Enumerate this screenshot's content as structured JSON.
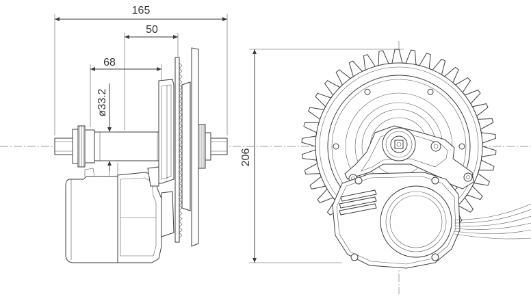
{
  "dimensions": {
    "overall_width": "165",
    "spindle_to_chainring": "50",
    "shell_width": "68",
    "shell_diameter": "ø33.2",
    "chainring_height": "206"
  },
  "colors": {
    "line": "#3a3a3a",
    "centerline": "#777777",
    "background": "#ffffff"
  },
  "views": [
    "side-view",
    "front-view"
  ]
}
